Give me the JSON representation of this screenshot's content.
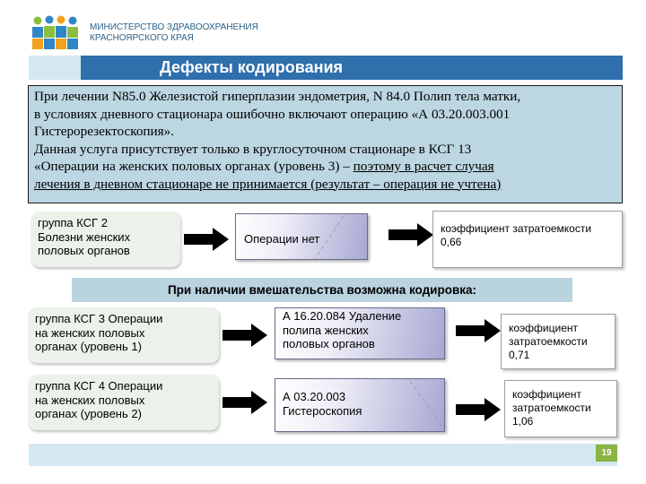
{
  "header": {
    "org_line1": "МИНИСТЕРСТВО ЗДРАВООХРАНЕНИЯ",
    "org_line2": "КРАСНОЯРСКОГО КРАЯ",
    "logo_colors": [
      "#2f87c8",
      "#f2a21f",
      "#8cbf3f"
    ]
  },
  "slide": {
    "title": "Дефекты кодирования",
    "defect_text": {
      "line1": "При лечении N85.0 Железистой гиперплазии эндометрия, N 84.0 Полип тела матки,",
      "line2": "в условиях дневного стационара ошибочно включают операцию «А 03.20.003.001",
      "line3": "Гистерорезектоскопия».",
      "line4": "Данная услуга присутствует только в круглосуточном стационаре в КСГ 13",
      "line5_plain": "«Операции на женских половых органах (уровень 3) – ",
      "line5_underlined": "поэтому в расчет случая",
      "line6_underlined": "лечения в дневном стационаре не принимается (результат – операция не учтена)"
    },
    "row1": {
      "group_line1": "группа КСГ 2",
      "group_line2": "Болезни женских",
      "group_line3": "половых органов",
      "operation": "Операции нет",
      "coef_line1": "коэффициент  затратоемкости",
      "coef_line2": "0,66"
    },
    "banner": "При наличии вмешательства возможна кодировка:",
    "row2": {
      "group_line1": "группа КСГ 3 Операции",
      "group_line2": "на женских половых",
      "group_line3": "органах (уровень 1)",
      "operation_line1": "А 16.20.084 Удаление",
      "operation_line2": "полипа женских",
      "operation_line3": "половых органов",
      "coef_line1": "коэффициент",
      "coef_line2": "затратоемкости",
      "coef_line3": "0,71"
    },
    "row3": {
      "group_line1": "группа КСГ 4 Операции",
      "group_line2": "на женских половых",
      "group_line3": "органах (уровень 2)",
      "operation_line1": "А 03.20.003",
      "operation_line2": "Гистероскопия",
      "coef_line1": "коэффициент",
      "coef_line2": "затратоемкости",
      "coef_line3": "1,06"
    },
    "page_number": "19"
  }
}
